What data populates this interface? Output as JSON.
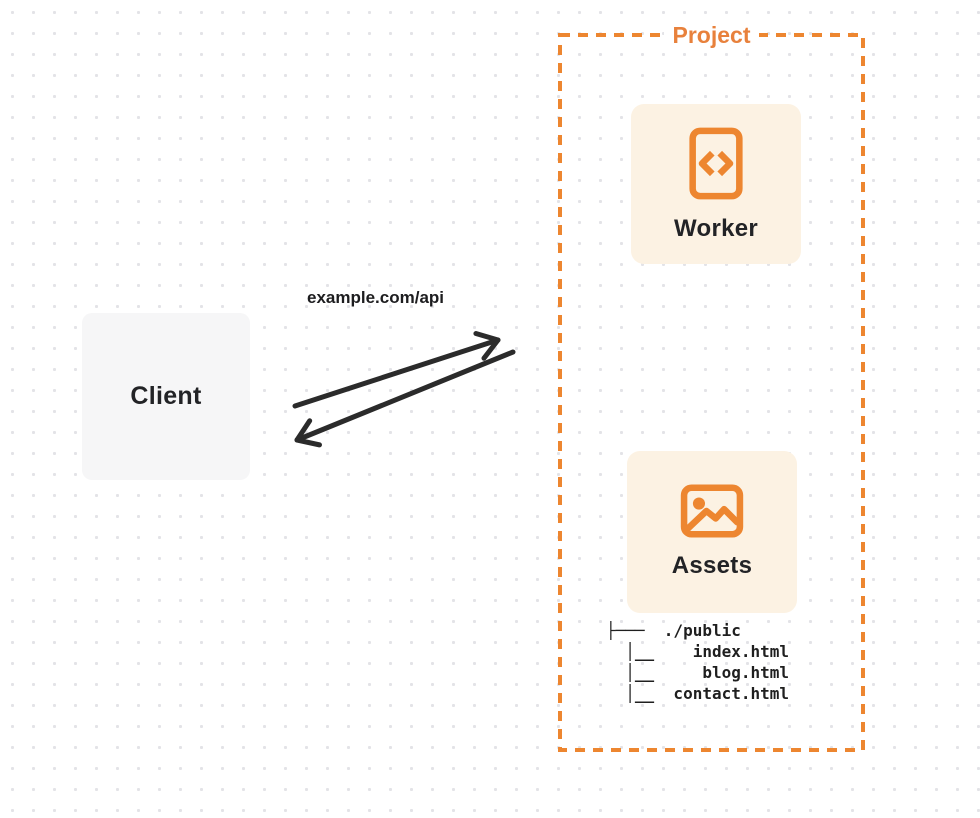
{
  "diagram": {
    "title": "Project",
    "client": {
      "label": "Client"
    },
    "request": {
      "label": "example.com/api"
    },
    "project": {
      "label": "Project",
      "nodes": [
        {
          "id": "worker",
          "label": "Worker",
          "icon": "code-file-icon"
        },
        {
          "id": "assets",
          "label": "Assets",
          "icon": "image-icon"
        }
      ],
      "file_tree_lines": [
        "├───  ./public",
        "  │__    index.html",
        "  │__     blog.html",
        "  │__  contact.html"
      ]
    },
    "colors": {
      "accent_orange": "#ED8630",
      "label_orange": "#E8813C",
      "card_background": "#FCF2E3",
      "client_background": "#F6F6F7",
      "ink": "#1F1F1F",
      "arrow": "#2B2B2B",
      "grid_dot": "#E3E3E7"
    }
  }
}
